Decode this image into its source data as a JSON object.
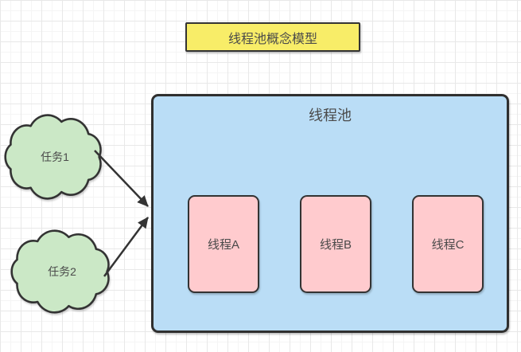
{
  "diagram": {
    "title_box": {
      "label": "线程池概念模型"
    },
    "tasks": [
      {
        "label": "任务1"
      },
      {
        "label": "任务2"
      }
    ],
    "pool": {
      "label": "线程池",
      "threads": [
        {
          "label": "线程A"
        },
        {
          "label": "线程B"
        },
        {
          "label": "线程C"
        }
      ]
    },
    "colors": {
      "title_fill": "#F8ED68",
      "task_fill": "#CBE8C6",
      "pool_fill": "#BADDF6",
      "thread_fill": "#FFCBCE",
      "stroke": "#333333",
      "text": "#4A4A4A",
      "grid_minor": "#F5F5F5",
      "grid_major": "#E8E8E8",
      "canvas_bg": "#FFFFFF"
    }
  }
}
